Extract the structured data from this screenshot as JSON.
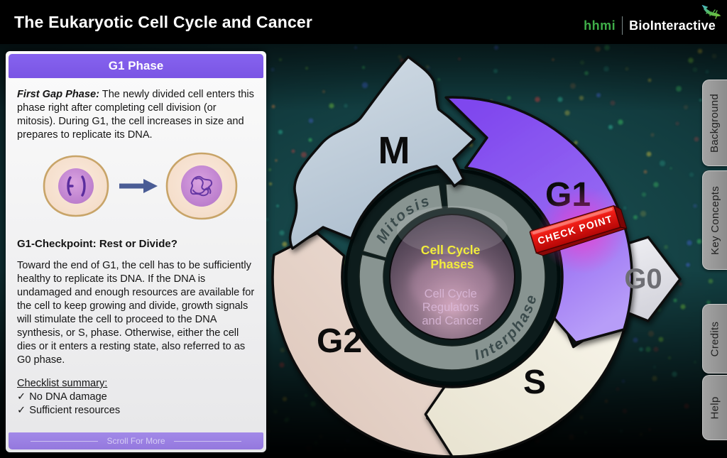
{
  "header": {
    "title": "The Eukaryotic Cell Cycle and Cancer",
    "brand_hhmi": "hhmi",
    "brand_bio": "BioInteractive"
  },
  "panel": {
    "title": "G1 Phase",
    "para1_lead": "First Gap Phase:",
    "para1_rest": " The newly divided cell enters this phase right after completing cell division (or mitosis). During G1, the cell increases in size and prepares to replicate its DNA.",
    "subheading": "G1-Checkpoint: Rest or Divide?",
    "para2": "Toward the end of G1, the cell has to be sufficiently healthy to replicate its DNA. If the DNA is undamaged and enough resources are available for the cell to keep growing and divide, growth signals will stimulate the cell to proceed to the DNA synthesis, or S, phase. Otherwise, either the cell dies or it enters a resting state, also referred to as G0 phase.",
    "checklist_title": "Checklist summary:",
    "check_glyph": "✓",
    "checklist": [
      "No DNA damage",
      "Sufficient resources"
    ],
    "footer": "Scroll For More"
  },
  "tabs": [
    {
      "label": "Background"
    },
    {
      "label": "Key Concepts"
    },
    {
      "label": "Credits"
    },
    {
      "label": "Help"
    }
  ],
  "diagram": {
    "labels": {
      "m": "M",
      "g1": "G1",
      "g0": "G0",
      "s": "S",
      "g2": "G2"
    },
    "ring": {
      "mitosis": "Mitosis",
      "interphase": "Interphase"
    },
    "center_title_lines": [
      "Cell Cycle",
      "Phases"
    ],
    "center_sub_lines": [
      "Cell Cycle",
      "Regulators",
      "and Cancer"
    ],
    "checkpoint_label": "CHECK POINT",
    "colors": {
      "g1_purple": "#8655f0",
      "m_blue": "#c2cfdc",
      "s_cream": "#f3efe2",
      "g2_tan": "#e8d7cc",
      "g0_gray": "#e2e2e8",
      "checkpoint_red": "#e31212",
      "panel_purple": "#7e5be6",
      "center_yellow": "#f2ec3c",
      "bg_teal": "#16474a"
    }
  }
}
